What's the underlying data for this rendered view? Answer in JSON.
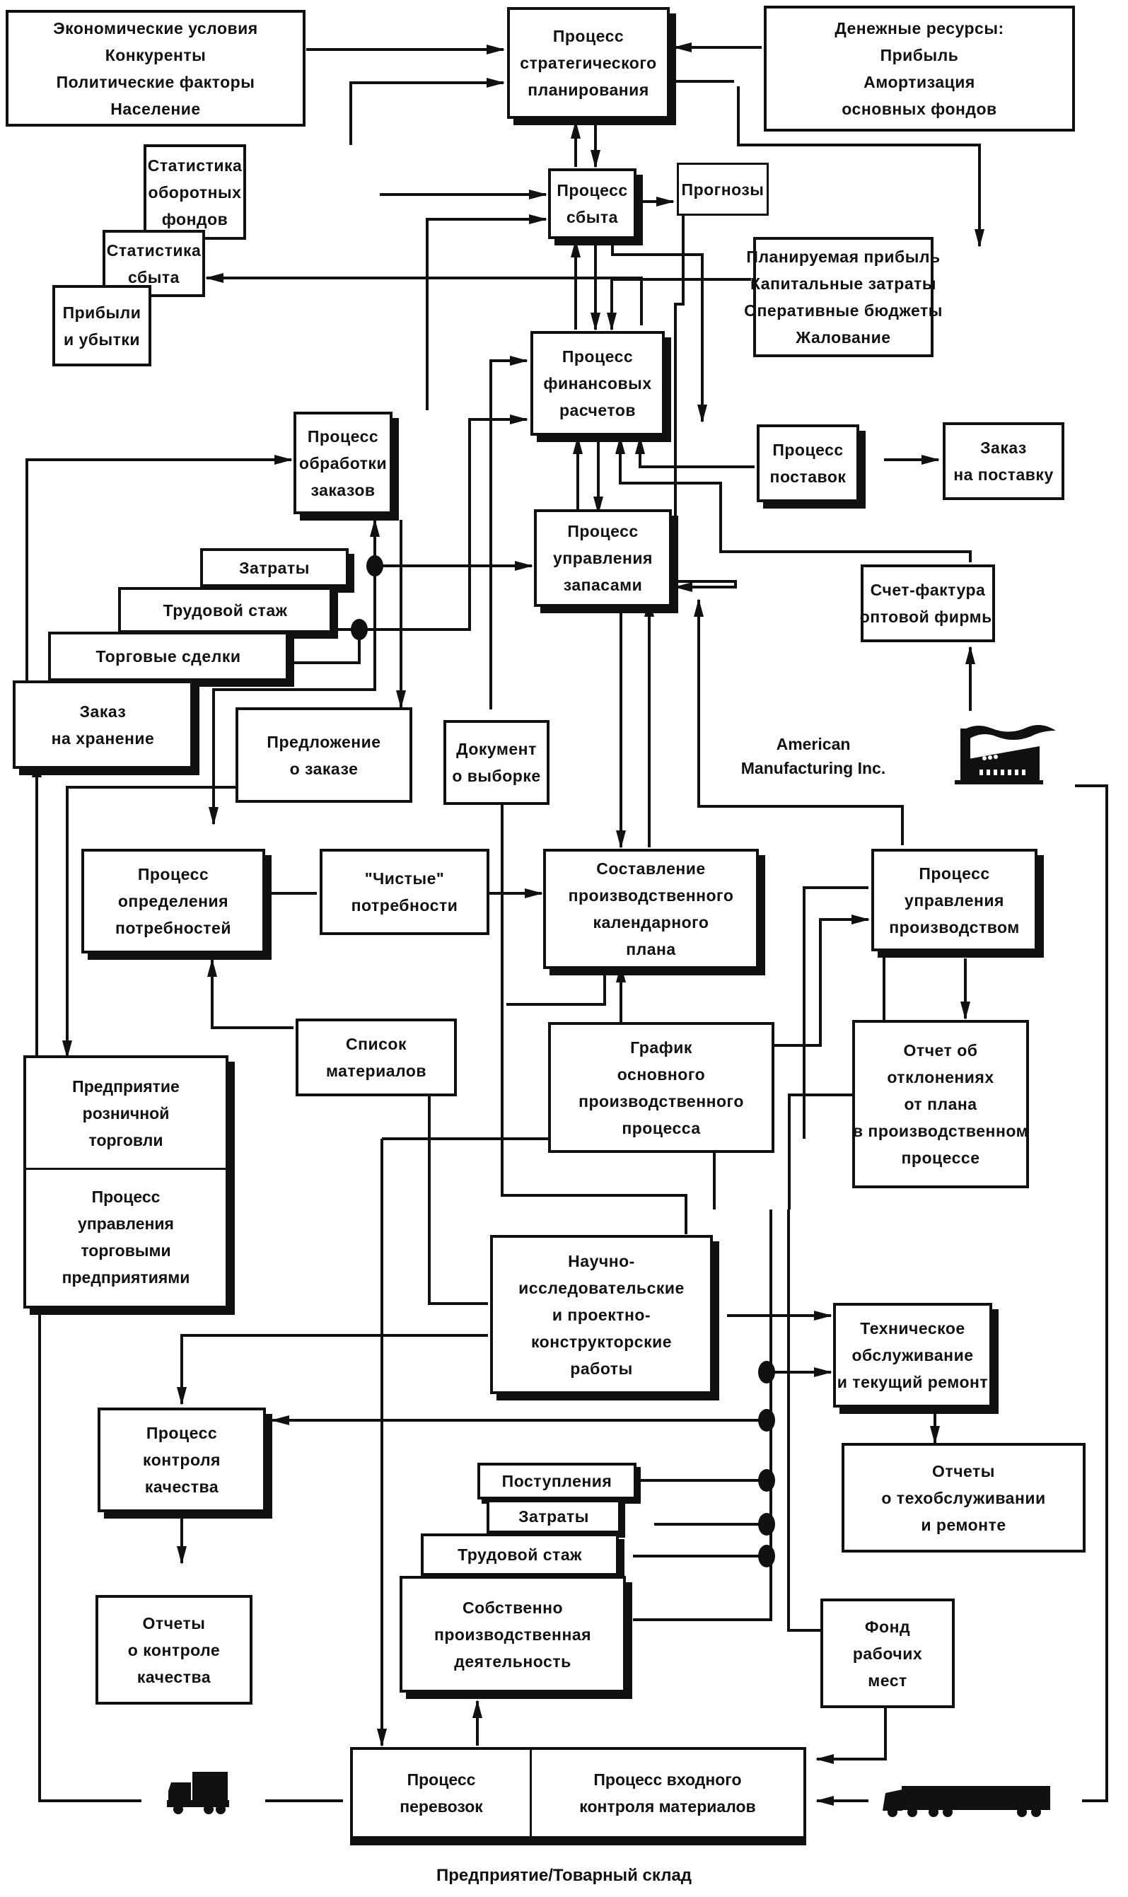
{
  "diagram": {
    "caption": "Предприятие/Товарный склад",
    "external_company": [
      "American",
      "Manufacturing Inc."
    ],
    "nodes": {
      "env": [
        "Экономические условия",
        "Конкуренты",
        "Политические факторы",
        "Население"
      ],
      "strategic": [
        "Процесс",
        "стратегического",
        "планирования"
      ],
      "money": [
        "Денежные ресурсы:",
        "Прибыль",
        "Амортизация",
        "основных фондов"
      ],
      "stat_funds": [
        "Статистика",
        "оборотных",
        "фондов"
      ],
      "stat_sales": [
        "Статистика",
        "сбыта"
      ],
      "profit_loss": [
        "Прибыли",
        "и убытки"
      ],
      "sales": [
        "Процесс",
        "сбыта"
      ],
      "forecasts": [
        "Прогнозы"
      ],
      "budgets": [
        "Планируемая прибыль",
        "Капитальные затраты",
        "Оперативные бюджеты",
        "Жалование"
      ],
      "finance": [
        "Процесс",
        "финансовых",
        "расчетов"
      ],
      "orders": [
        "Процесс",
        "обработки",
        "заказов"
      ],
      "supply": [
        "Процесс",
        "поставок"
      ],
      "supply_order": [
        "Заказ",
        "на поставку"
      ],
      "inventory": [
        "Процесс",
        "управления",
        "запасами"
      ],
      "invoice": [
        "Счет-фактура",
        "оптовой фирмы"
      ],
      "costs_top": [
        "Затраты"
      ],
      "seniority_top": [
        "Трудовой стаж"
      ],
      "trade_deals": [
        "Торговые сделки"
      ],
      "storage_order": [
        "Заказ",
        "на хранение"
      ],
      "order_proposal": [
        "Предложение",
        "о заказе"
      ],
      "pick_doc": [
        "Документ",
        "о выборке"
      ],
      "requirements": [
        "Процесс",
        "определения",
        "потребностей"
      ],
      "net_req": [
        "\"Чистые\"",
        "потребности"
      ],
      "schedule": [
        "Составление",
        "производственного",
        "календарного",
        "плана"
      ],
      "prod_mgmt": [
        "Процесс",
        "управления",
        "производством"
      ],
      "bom": [
        "Список",
        "материалов"
      ],
      "master_schedule": [
        "График",
        "основного",
        "производственного",
        "процесса"
      ],
      "deviation": [
        "Отчет об",
        "отклонениях",
        "от плана",
        "в производственном",
        "процессе"
      ],
      "retail": [
        "Предприятие",
        "розничной",
        "торговли"
      ],
      "retail_mgmt": [
        "Процесс",
        "управления",
        "торговыми",
        "предприятиями"
      ],
      "rnd": [
        "Научно-",
        "исследовательские",
        "и проектно-",
        "конструкторские",
        "работы"
      ],
      "maintenance": [
        "Техническое",
        "обслуживание",
        "и текущий ремонт"
      ],
      "quality": [
        "Процесс",
        "контроля",
        "качества"
      ],
      "receipts": [
        "Поступления"
      ],
      "costs_bottom": [
        "Затраты"
      ],
      "seniority_bottom": [
        "Трудовой стаж"
      ],
      "production": [
        "Собственно",
        "производственная",
        "деятельность"
      ],
      "maint_reports": [
        "Отчеты",
        "о техобслуживании",
        "и ремонте"
      ],
      "quality_reports": [
        "Отчеты",
        "о контроле",
        "качества"
      ],
      "workplaces": [
        "Фонд",
        "рабочих",
        "мест"
      ],
      "transport": [
        "Процесс",
        "перевозок"
      ],
      "incoming_control": [
        "Процесс входного",
        "контроля материалов"
      ]
    }
  }
}
